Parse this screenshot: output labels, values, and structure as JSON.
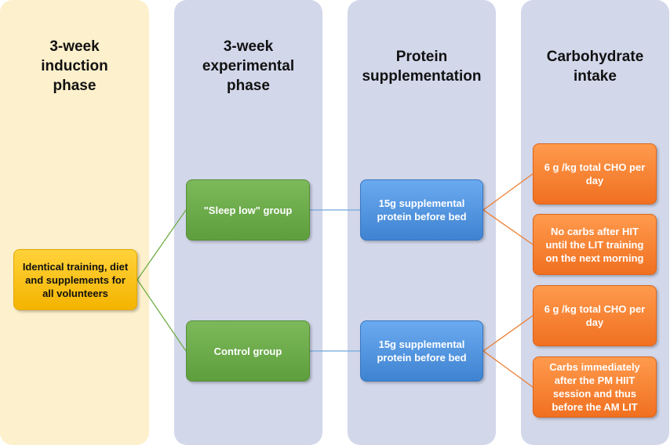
{
  "colors": {
    "induction_column": "#fdf0cc",
    "other_columns": "#d2d7ea",
    "induction_box": "#f4b400",
    "group_box": "#5e9e3d",
    "protein_box": "#3f83d1",
    "carb_box": "#f07020",
    "green_connector": "#70ad47",
    "blue_connector": "#6fa8dc",
    "orange_connector": "#ed7d31"
  },
  "columns": {
    "induction": {
      "title": [
        "3-week",
        "induction",
        "phase"
      ]
    },
    "experimental": {
      "title": [
        "3-week",
        "experimental",
        "phase"
      ]
    },
    "protein": {
      "title": [
        "Protein",
        "supplementation"
      ]
    },
    "carbs": {
      "title": [
        "Carbohydrate",
        "intake"
      ]
    }
  },
  "induction_box": {
    "lines": [
      "Identical training, diet",
      "and supplements for",
      "all volunteers"
    ]
  },
  "groups": {
    "sleep_low": {
      "label": "\"Sleep low\" group"
    },
    "control": {
      "label": "Control group"
    }
  },
  "protein_boxes": {
    "sleep_low": {
      "lines": [
        "15g supplemental",
        "protein before bed"
      ]
    },
    "control": {
      "lines": [
        "15g supplemental",
        "protein before bed"
      ]
    }
  },
  "carb_boxes": {
    "sleep_low_total": {
      "lines": [
        "6 g /kg total CHO per",
        "day"
      ]
    },
    "sleep_low_timing": {
      "lines": [
        "No carbs after HIT",
        "until the LIT training",
        "on the next morning"
      ]
    },
    "control_total": {
      "lines": [
        "6 g /kg total CHO per",
        "day"
      ]
    },
    "control_timing": {
      "lines": [
        "Carbs immediately",
        "after the PM HIIT",
        "session and thus",
        "before the AM LIT"
      ]
    }
  }
}
